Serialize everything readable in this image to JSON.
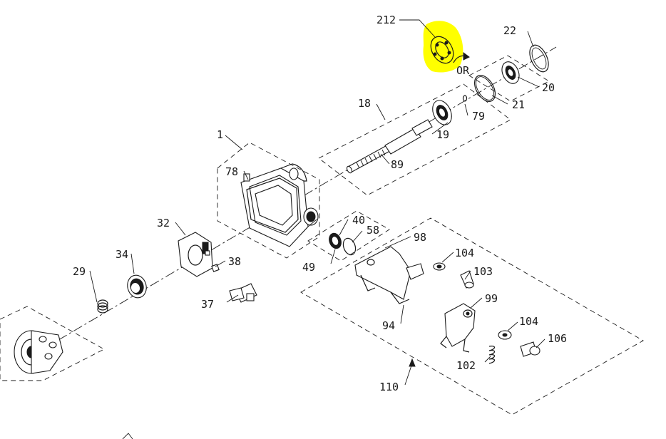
{
  "highlight_color": "#ffff00",
  "ink_color": "#1a1a1a",
  "or_label": "OR",
  "parts": {
    "p212": "212",
    "p22": "22",
    "p20": "20",
    "p21": "21",
    "p79": "79",
    "p18": "18",
    "p19": "19",
    "p1": "1",
    "p78": "78",
    "p89": "89",
    "p32": "32",
    "p40": "40",
    "p58": "58",
    "p98": "98",
    "p34": "34",
    "p38": "38",
    "p49": "49",
    "p104a": "104",
    "p103": "103",
    "p29": "29",
    "p37": "37",
    "p99": "99",
    "p94": "94",
    "p104b": "104",
    "p106": "106",
    "p102": "102",
    "p110": "110"
  }
}
